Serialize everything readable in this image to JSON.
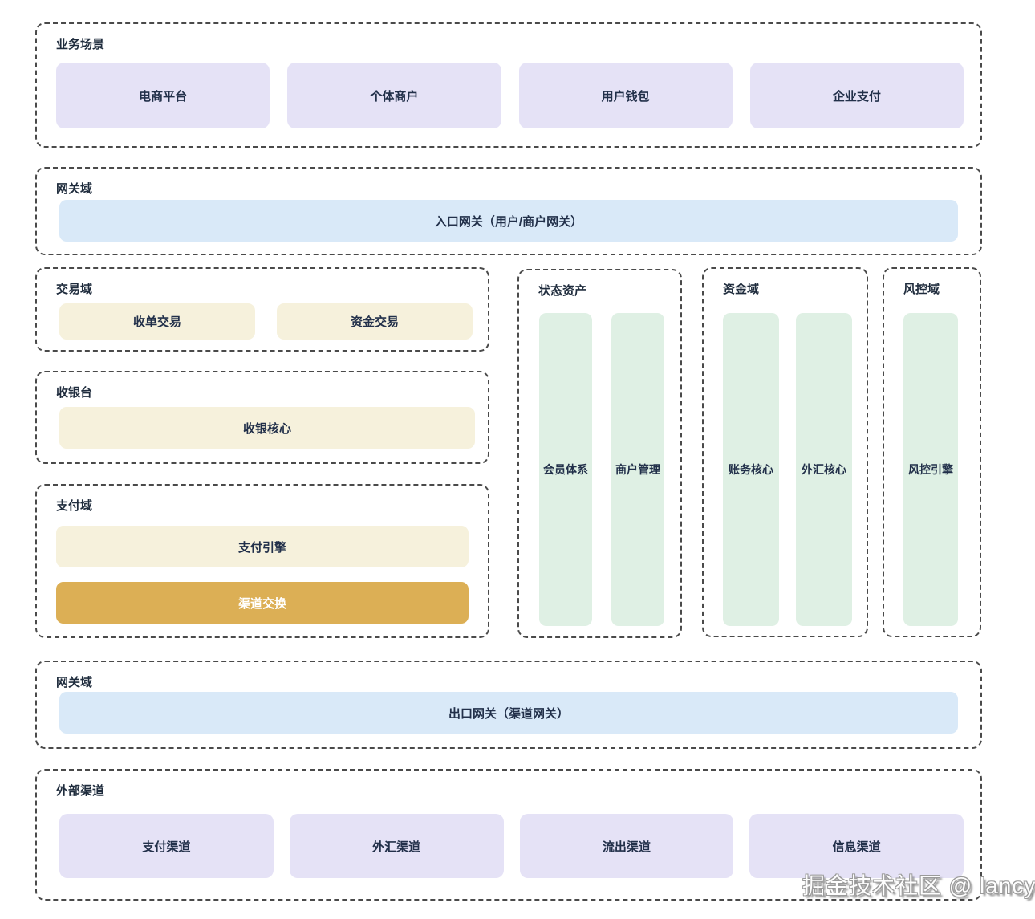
{
  "colors": {
    "scenario_box": "#e5e2f6",
    "gateway_box": "#d9e9f8",
    "core_box": "#f6f1dc",
    "exchange_box": "#dcaf55",
    "asset_box": "#dff0e4",
    "panel_border": "#4a4a4a",
    "text": "#22304a"
  },
  "sections": {
    "business": {
      "label": "业务场景",
      "items": [
        "电商平台",
        "个体商户",
        "用户钱包",
        "企业支付"
      ]
    },
    "gateway_in": {
      "label": "网关域",
      "gateway": "入口网关（用户/商户网关）"
    },
    "trade": {
      "label": "交易域",
      "items": [
        "收单交易",
        "资金交易"
      ]
    },
    "cashier": {
      "label": "收银台",
      "core": "收银核心"
    },
    "payment": {
      "label": "支付域",
      "engine": "支付引擎",
      "exchange": "渠道交换"
    },
    "state_assets": {
      "label": "状态资产",
      "items": [
        "会员体系",
        "商户管理"
      ]
    },
    "fund": {
      "label": "资金域",
      "items": [
        "账务核心",
        "外汇核心"
      ]
    },
    "risk": {
      "label": "风控域",
      "items": [
        "风控引擎"
      ]
    },
    "gateway_out": {
      "label": "网关域",
      "gateway": "出口网关（渠道网关）"
    },
    "external": {
      "label": "外部渠道",
      "items": [
        "支付渠道",
        "外汇渠道",
        "流出渠道",
        "信息渠道"
      ]
    }
  },
  "watermark": "掘金技术社区 @ lancy"
}
